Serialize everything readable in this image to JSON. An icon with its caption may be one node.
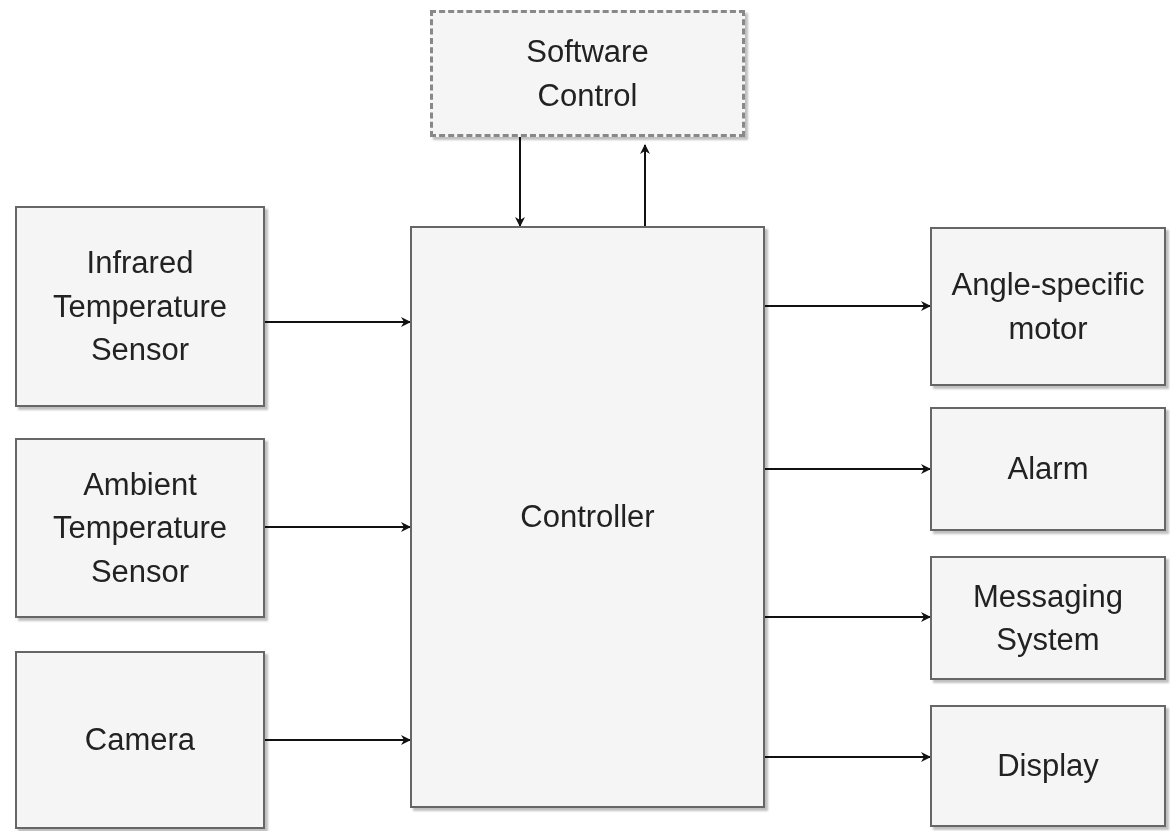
{
  "diagram": {
    "nodes": [
      {
        "text": [
          "Software Control"
        ]
      },
      {
        "text": [
          "Infrared Temperature Sensor"
        ]
      },
      {
        "text": [
          "Ambient Temperature Sensor"
        ]
      },
      {
        "text": [
          "Camera"
        ]
      },
      {
        "text": [
          "Controller"
        ]
      },
      {
        "text": [
          "Angle-specific motor"
        ]
      },
      {
        "text": [
          "Alarm"
        ]
      },
      {
        "text": [
          "Messaging System"
        ]
      },
      {
        "text": [
          "Display"
        ]
      }
    ],
    "edges": [
      {
        "from": 0,
        "to": 4,
        "arrow": "to"
      },
      {
        "from": 4,
        "to": 0,
        "arrow": "to"
      },
      {
        "from": 1,
        "to": 4,
        "arrow": "to"
      },
      {
        "from": 2,
        "to": 4,
        "arrow": "to"
      },
      {
        "from": 3,
        "to": 4,
        "arrow": "to"
      },
      {
        "from": 4,
        "to": 5,
        "arrow": "to"
      },
      {
        "from": 4,
        "to": 6,
        "arrow": "to"
      },
      {
        "from": 4,
        "to": 7,
        "arrow": "to"
      },
      {
        "from": 4,
        "to": 8,
        "arrow": "to"
      }
    ]
  }
}
